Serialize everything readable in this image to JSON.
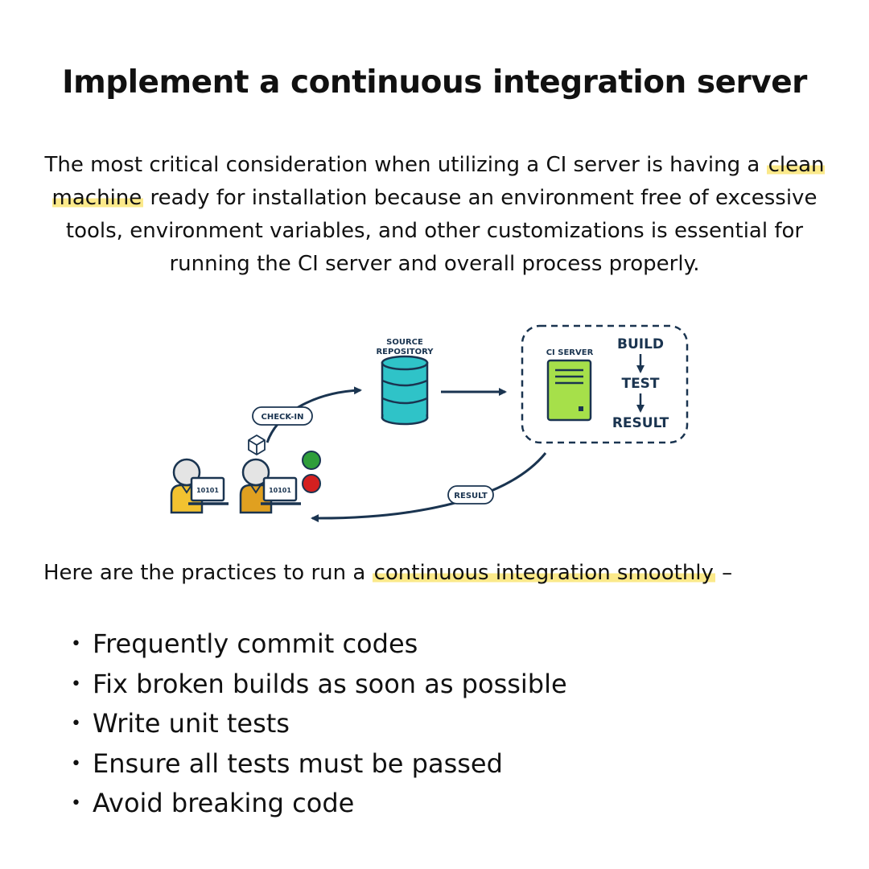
{
  "title": "Implement a continuous integration server",
  "intro": {
    "before": "The most critical consideration when utilizing a CI server is having a",
    "highlight": "clean machine",
    "after": "ready for installation because an environment free of excessive tools, environment variables, and other customizations is essential for running the CI server and overall process properly."
  },
  "diagram": {
    "source_repo_line1": "SOURCE",
    "source_repo_line2": "REPOSITORY",
    "ci_server": "CI SERVER",
    "build": "BUILD",
    "test": "TEST",
    "result": "RESULT",
    "check_in": "CHECK-IN",
    "result_feedback": "RESULT",
    "dev1_screen": "10101",
    "dev2_screen": "10101",
    "colors": {
      "navy": "#1a3450",
      "database": "#2fc3c8",
      "server": "#a6e04a",
      "dev1": "#f2c230",
      "dev2": "#e0a020",
      "green_light": "#2e9e3a",
      "red_light": "#d42020"
    }
  },
  "practices": {
    "intro_before": "Here are the practices to run a",
    "intro_highlight": "continuous integration smoothly",
    "intro_after": "–",
    "items": [
      "Frequently commit codes",
      "Fix broken builds as soon as possible",
      "Write unit tests",
      "Ensure all tests must be passed",
      "Avoid breaking code"
    ]
  },
  "highlight_color": "#fbe98a"
}
